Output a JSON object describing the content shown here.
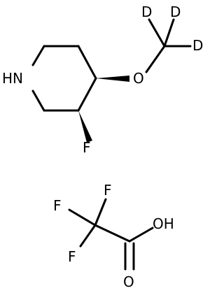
{
  "molecule": {
    "atoms": {
      "ring_nitrogen": "HN",
      "ether_oxygen": "O",
      "deuterium_1": "D",
      "deuterium_2": "D",
      "deuterium_3": "D",
      "fluorine": "F"
    }
  },
  "counterion": {
    "atoms": {
      "fluorine_1": "F",
      "fluorine_2": "F",
      "fluorine_3": "F",
      "hydroxyl": "OH",
      "carbonyl_oxygen": "O"
    }
  }
}
